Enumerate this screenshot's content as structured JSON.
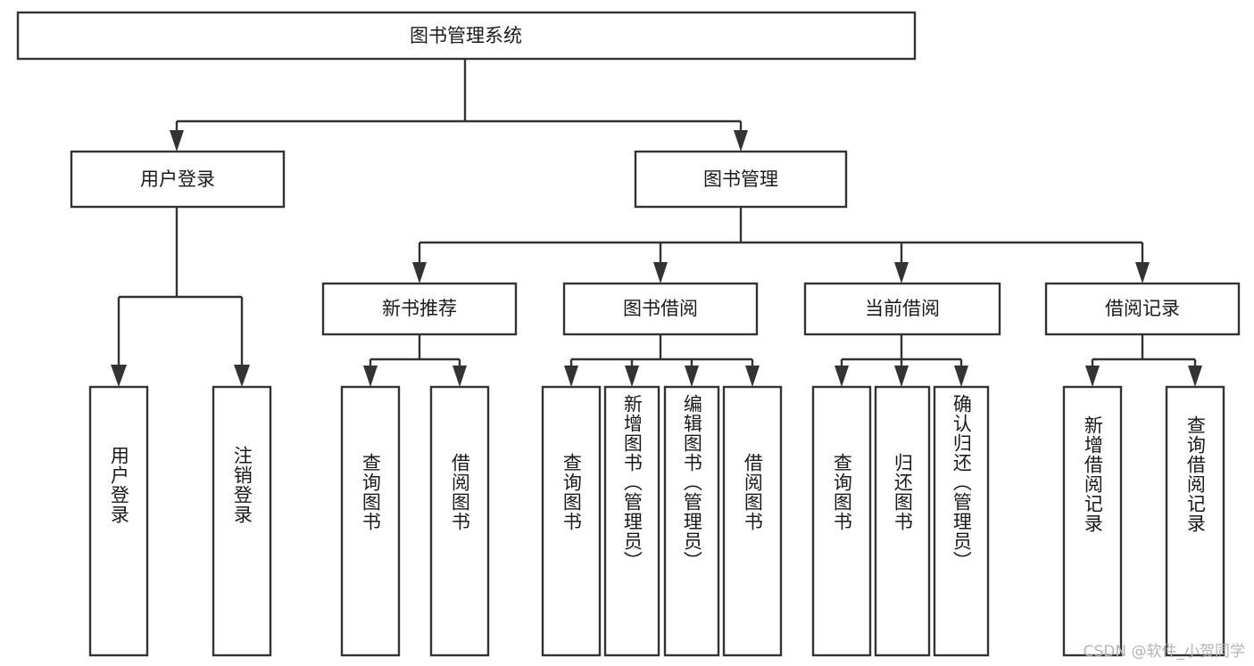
{
  "diagram": {
    "title": "图书管理系统",
    "type": "tree-hierarchy",
    "watermark": "CSDN @软件_小贺同学",
    "colors": {
      "stroke": "#333333",
      "fill": "#ffffff",
      "text": "#1a1a1a",
      "watermark": "#b4b4b4"
    },
    "levels": {
      "root": {
        "label": "图书管理系统"
      },
      "level2": [
        {
          "label": "用户登录"
        },
        {
          "label": "图书管理"
        }
      ],
      "level3": [
        {
          "label": "新书推荐"
        },
        {
          "label": "图书借阅"
        },
        {
          "label": "当前借阅"
        },
        {
          "label": "借阅记录"
        }
      ],
      "leaves_user_login": [
        {
          "label": "用户登录"
        },
        {
          "label": "注销登录"
        }
      ],
      "leaves_new_book": [
        {
          "label": "查询图书"
        },
        {
          "label": "借阅图书"
        }
      ],
      "leaves_borrow": [
        {
          "label": "查询图书"
        },
        {
          "label": "新增图书（管理员）"
        },
        {
          "label": "编辑图书（管理员）"
        },
        {
          "label": "借阅图书"
        }
      ],
      "leaves_current": [
        {
          "label": "查询图书"
        },
        {
          "label": "归还图书"
        },
        {
          "label": "确认归还（管理员）"
        }
      ],
      "leaves_records": [
        {
          "label": "新增借阅记录"
        },
        {
          "label": "查询借阅记录"
        }
      ]
    }
  }
}
